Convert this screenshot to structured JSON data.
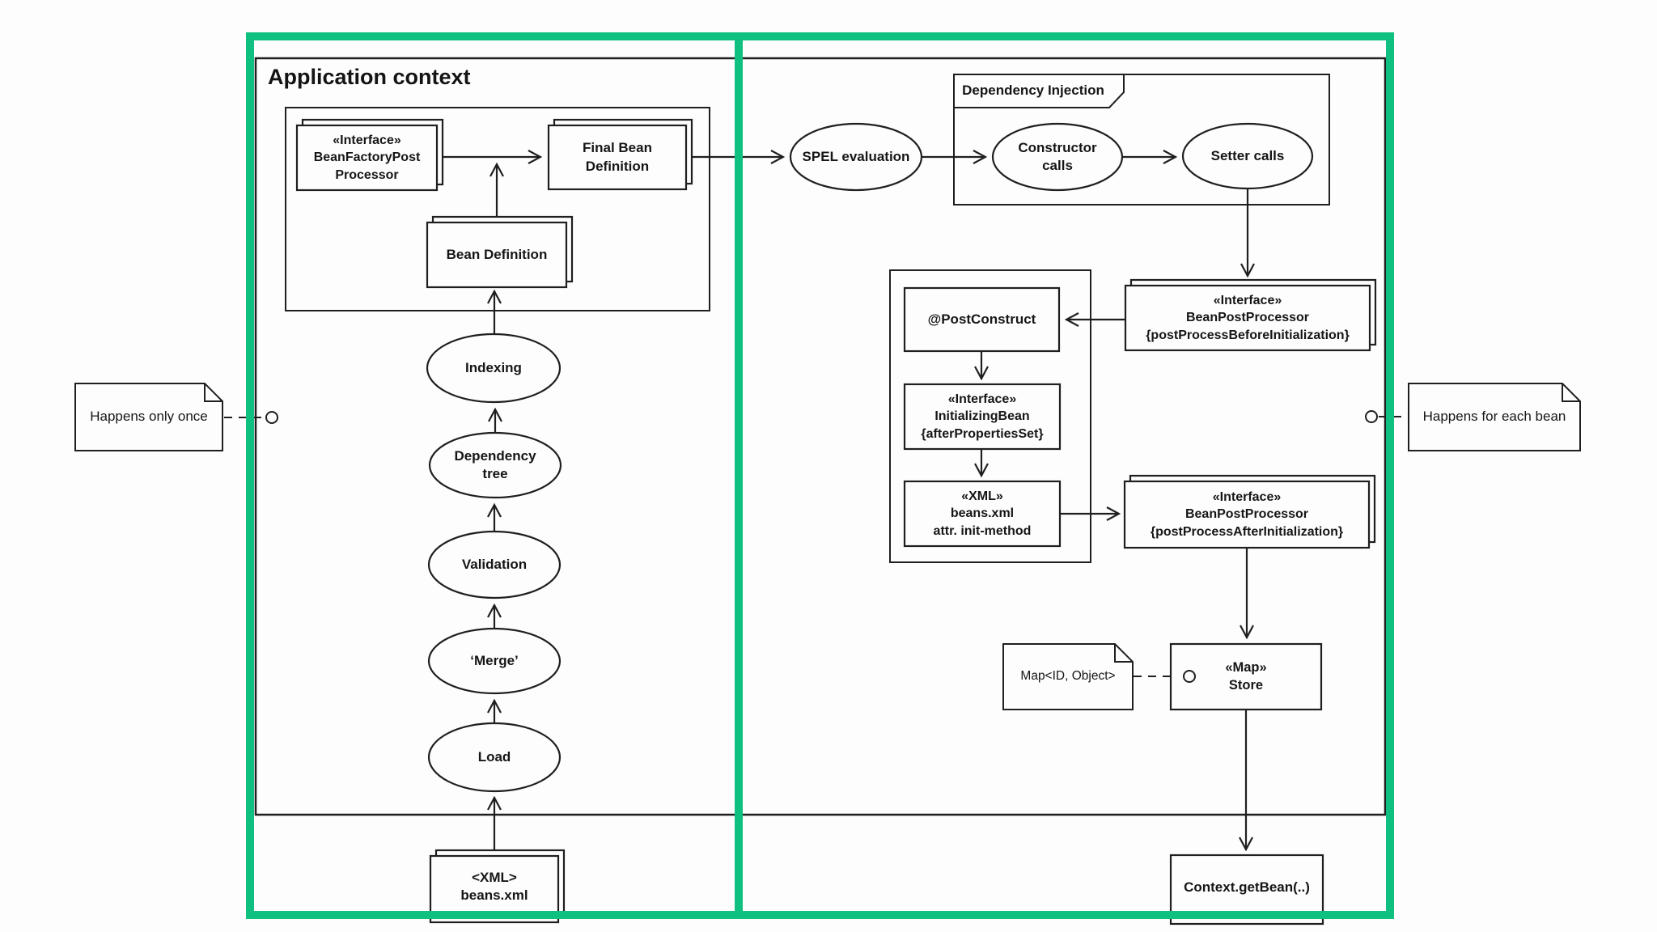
{
  "title": "Application context",
  "frame_label": "Dependency Injection",
  "accent_color": "#10c080",
  "line_color": "#1f1f1f",
  "nodes": {
    "bean_factory_post_processor": "«Interface»\nBeanFactoryPost\nProcessor",
    "final_bean_definition": "Final Bean\nDefinition",
    "bean_definition": "Bean Definition",
    "indexing": "Indexing",
    "dependency_tree": "Dependency\ntree",
    "validation": "Validation",
    "merge": "‘Merge’",
    "load": "Load",
    "xml_beans": "<XML>\nbeans.xml",
    "spel_evaluation": "SPEL evaluation",
    "constructor_calls": "Constructor\ncalls",
    "setter_calls": "Setter calls",
    "bean_post_processor_before": "«Interface»\nBeanPostProcessor\n{postProcessBeforeInitialization}",
    "post_construct": "@PostConstruct",
    "initializing_bean": "«Interface»\nInitializingBean\n{afterPropertiesSet}",
    "xml_init_method": "«XML»\nbeans.xml\nattr. init-method",
    "bean_post_processor_after": "«Interface»\nBeanPostProcessor\n{postProcessAfterInitialization}",
    "map_store": "«Map»\nStore",
    "context_get_bean": "Context.getBean(..)"
  },
  "notes": {
    "left": "Happens only once",
    "right": "Happens for each bean",
    "map_type": "Map<ID, Object>"
  }
}
